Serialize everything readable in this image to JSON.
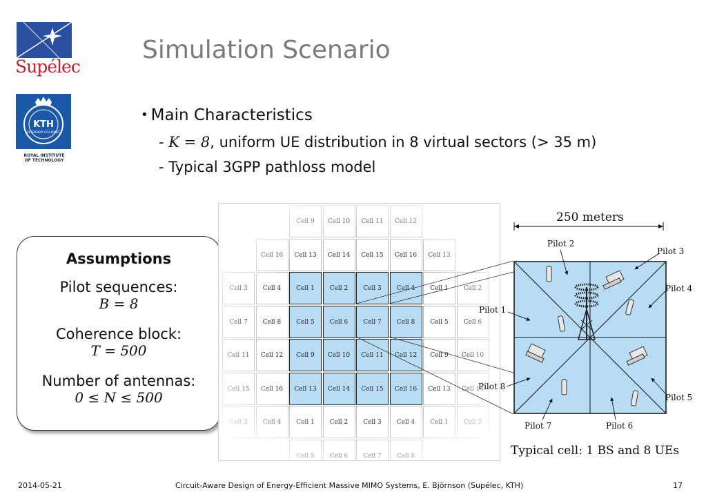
{
  "logos": {
    "supelec": "Supélec",
    "kth_letters": "KTH",
    "kth_motto": "VETENSKAP OCH KONST",
    "kth_caption_line1": "ROYAL INSTITUTE",
    "kth_caption_line2": "OF TECHNOLOGY"
  },
  "title": "Simulation Scenario",
  "bullet": "Main Characteristics",
  "sub1_prefix": "- ",
  "sub1_math": "K = 8",
  "sub1_rest": ", uniform UE distribution in 8 virtual sectors (> 35 m)",
  "sub2": "- Typical 3GPP pathloss model",
  "assumptions": {
    "title": "Assumptions",
    "pilot_label": "Pilot sequences:",
    "pilot_value": "B = 8",
    "coherence_label": "Coherence block:",
    "coherence_value": "T = 500",
    "antennas_label": "Number of antennas:",
    "antennas_value": "0 ≤ N ≤ 500"
  },
  "figure": {
    "grid_rows": [
      [
        "Cell 9",
        "Cell 10",
        "Cell 11",
        "Cell 12"
      ],
      [
        "Cell 16",
        "Cell 13",
        "Cell 14",
        "Cell 15",
        "Cell 16",
        "Cell 13"
      ],
      [
        "Cell 3",
        "Cell 4",
        "Cell 1",
        "Cell 2",
        "Cell 3",
        "Cell 4",
        "Cell 1",
        "Cell 2"
      ],
      [
        "Cell 7",
        "Cell 8",
        "Cell 5",
        "Cell 6",
        "Cell 7",
        "Cell 8",
        "Cell 5",
        "Cell 6"
      ],
      [
        "Cell 11",
        "Cell 12",
        "Cell 9",
        "Cell 10",
        "Cell 11",
        "Cell 12",
        "Cell 9",
        "Cell 10"
      ],
      [
        "Cell 15",
        "Cell 16",
        "Cell 13",
        "Cell 14",
        "Cell 15",
        "Cell 16",
        "Cell 13",
        "Cell 14"
      ],
      [
        "Cell 3",
        "Cell 4",
        "Cell 1",
        "Cell 2",
        "Cell 3",
        "Cell 4",
        "Cell 1",
        "Cell 2"
      ],
      [
        "Cell 5",
        "Cell 6",
        "Cell 7",
        "Cell 8"
      ]
    ],
    "scale_label": "250 meters",
    "pilots": [
      "Pilot 1",
      "Pilot 2",
      "Pilot 3",
      "Pilot 4",
      "Pilot 5",
      "Pilot 6",
      "Pilot 7",
      "Pilot 8"
    ],
    "caption": "Typical cell: 1 BS and 8 UEs",
    "cell_color": "#b7dcf3"
  },
  "footer": {
    "date": "2014-05-21",
    "center": "Circuit-Aware Design of Energy-Efficient Massive MIMO Systems, E. Björnson (Supélec, KTH)",
    "page": "17"
  }
}
